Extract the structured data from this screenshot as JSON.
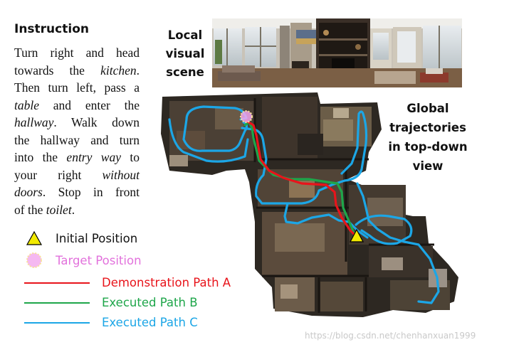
{
  "instruction": {
    "title": "Instruction",
    "lines": [
      [
        {
          "t": "Turn right and head",
          "i": false
        }
      ],
      [
        {
          "t": "towards the ",
          "i": false
        },
        {
          "t": "kitchen",
          "i": true
        },
        {
          "t": ".",
          "i": false
        }
      ],
      [
        {
          "t": "Then turn left, pass a",
          "i": false
        }
      ],
      [
        {
          "t": "table",
          "i": true
        },
        {
          "t": " and enter the",
          "i": false
        }
      ],
      [
        {
          "t": "hallway",
          "i": true
        },
        {
          "t": ". Walk down",
          "i": false
        }
      ],
      [
        {
          "t": "the hallway and turn",
          "i": false
        }
      ],
      [
        {
          "t": "into the ",
          "i": false
        },
        {
          "t": "entry way",
          "i": true
        },
        {
          "t": " to",
          "i": false
        }
      ],
      [
        {
          "t": "your right ",
          "i": false
        },
        {
          "t": "without",
          "i": true
        }
      ],
      [
        {
          "t": "doors",
          "i": true
        },
        {
          "t": ". Stop in front",
          "i": false
        }
      ],
      [
        {
          "t": "of the ",
          "i": false
        },
        {
          "t": "toilet",
          "i": true
        },
        {
          "t": ".",
          "i": false
        }
      ]
    ]
  },
  "local_scene_label": [
    "Local",
    "visual",
    "scene"
  ],
  "global_label": [
    "Global",
    "trajectories",
    "in top-down",
    "view"
  ],
  "legend": {
    "initial_position": "Initial Position",
    "target_position": "Target Position",
    "path_a": "Demonstration Path A",
    "path_b": "Executed Path B",
    "path_c": "Executed Path C"
  },
  "colors": {
    "initial_marker": "#f2ea00",
    "target_marker": "#f3a6ee",
    "target_label": "#e272dc",
    "path_a": "#e8141b",
    "path_b": "#1ea64a",
    "path_c": "#1ca6e6"
  },
  "watermark": "https://blog.csdn.net/chenhanxuan1999"
}
